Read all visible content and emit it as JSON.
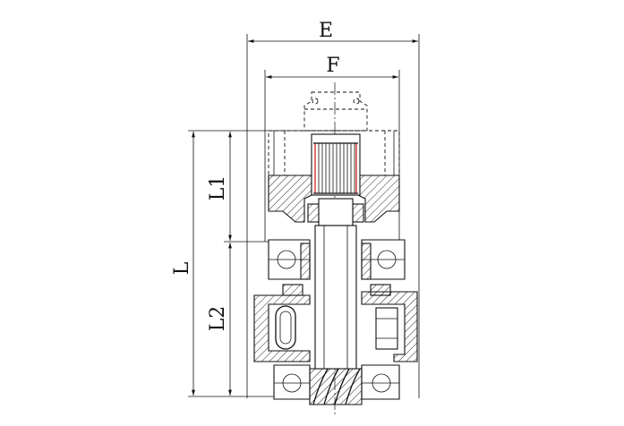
{
  "dimensions": {
    "E": "E",
    "F": "F",
    "L": "L",
    "L1": "L1",
    "L2": "L2"
  },
  "colors": {
    "line": "#111111",
    "highlight": "#d42020",
    "background": "#ffffff"
  }
}
